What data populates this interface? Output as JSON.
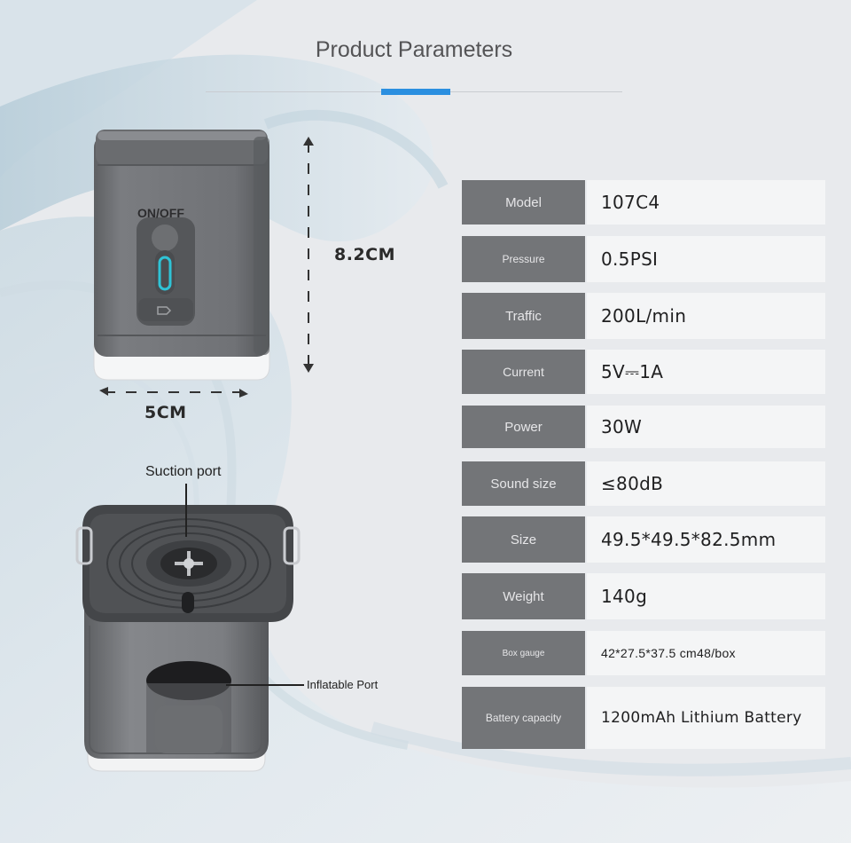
{
  "header": {
    "title": "Product Parameters",
    "accent_color": "#2b8fe0"
  },
  "device_top": {
    "switch_label": "ON/OFF",
    "height_label": "8.2CM",
    "width_label": "5CM"
  },
  "device_bottom": {
    "suction_label": "Suction port",
    "inflate_label": "Inflatable Port"
  },
  "params": [
    {
      "label": "Model",
      "value": "107C4"
    },
    {
      "label": "Pressure",
      "value": "0.5PSI"
    },
    {
      "label": "Traffic",
      "value": "200L/min"
    },
    {
      "label": "Current",
      "value": "5V⎓1A"
    },
    {
      "label": "Power",
      "value": "30W"
    },
    {
      "label": "Sound size",
      "value": "≤80dB"
    },
    {
      "label": "Size",
      "value": "49.5*49.5*82.5mm"
    },
    {
      "label": "Weight",
      "value": "140g"
    },
    {
      "label": "Box gauge",
      "value": "42*27.5*37.5 cm48/box"
    },
    {
      "label": "Battery capacity",
      "value": "1200mAh Lithium Battery"
    }
  ],
  "colors": {
    "label_cell": "#737578",
    "value_cell": "#f4f5f6",
    "device_body": "#6e7073"
  }
}
